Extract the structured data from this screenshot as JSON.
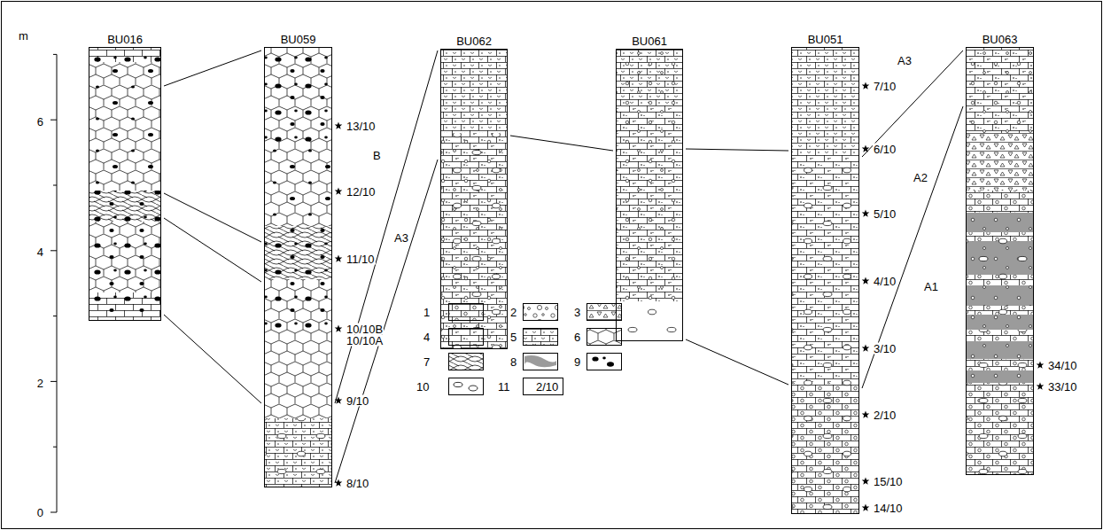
{
  "diagram": {
    "nodes": [
      {
        "text": [
          "BU016"
        ]
      },
      {
        "text": [
          "BU059"
        ]
      },
      {
        "text": [
          "BU062"
        ]
      },
      {
        "text": [
          "BU061"
        ]
      },
      {
        "text": [
          "BU051"
        ]
      },
      {
        "text": [
          "BU063"
        ]
      }
    ],
    "edges": [
      {
        "from": 0,
        "to": 1,
        "arrow": "none"
      },
      {
        "from": 0,
        "to": 1,
        "arrow": "none"
      },
      {
        "from": 0,
        "to": 1,
        "arrow": "none"
      },
      {
        "from": 0,
        "to": 1,
        "arrow": "none"
      },
      {
        "from": 1,
        "to": 2,
        "arrow": "none"
      },
      {
        "from": 1,
        "to": 2,
        "arrow": "none"
      },
      {
        "from": 2,
        "to": 3,
        "arrow": "none"
      },
      {
        "from": 3,
        "to": 4,
        "arrow": "none"
      },
      {
        "from": 3,
        "to": 4,
        "arrow": "none"
      },
      {
        "from": 4,
        "to": 5,
        "arrow": "none"
      },
      {
        "from": 4,
        "to": 5,
        "arrow": "none"
      }
    ],
    "labels": [
      "m",
      "6",
      "4",
      "2",
      "0",
      "13/10",
      "12/10",
      "11/10",
      "10/10B",
      "10/10A",
      "9/10",
      "8/10",
      "7/10",
      "6/10",
      "5/10",
      "4/10",
      "3/10",
      "2/10",
      "15/10",
      "14/10",
      "34/10",
      "33/10",
      "B",
      "A3",
      "A3",
      "A2",
      "A1",
      "2/10"
    ],
    "legend": [
      {
        "text": "1"
      },
      {
        "text": "2"
      },
      {
        "text": "3"
      },
      {
        "text": "4"
      },
      {
        "text": "5"
      },
      {
        "text": "6"
      },
      {
        "text": "7"
      },
      {
        "text": "8"
      },
      {
        "text": "9"
      },
      {
        "text": "10"
      },
      {
        "text": "11"
      }
    ]
  }
}
